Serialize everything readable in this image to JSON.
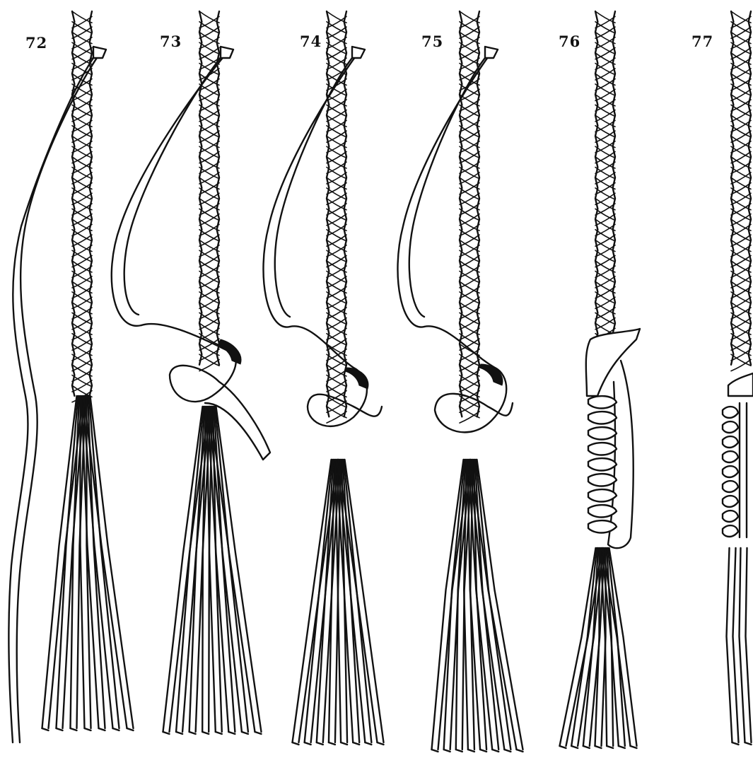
{
  "figures": [
    {
      "label": "72"
    },
    {
      "label": "73"
    },
    {
      "label": "74"
    },
    {
      "label": "75"
    },
    {
      "label": "76"
    },
    {
      "label": "77"
    }
  ],
  "colors": {
    "ink": "#111111",
    "paper": "#ffffff"
  }
}
